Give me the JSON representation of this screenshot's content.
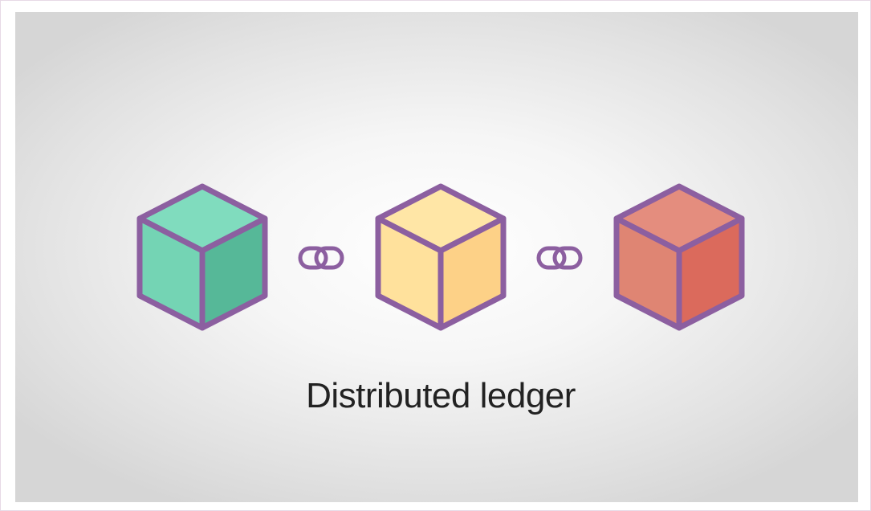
{
  "diagram": {
    "caption": "Distributed ledger",
    "outline_color": "#8c5fa0",
    "blocks": [
      {
        "name": "block-1",
        "top": "#80dcbe",
        "left": "#74d4b4",
        "right": "#56b898"
      },
      {
        "name": "block-2",
        "top": "#ffe6a6",
        "left": "#ffe19c",
        "right": "#fdd187"
      },
      {
        "name": "block-3",
        "top": "#e48d7e",
        "left": "#df8573",
        "right": "#db6a5c"
      }
    ],
    "links": [
      {
        "name": "chain-link-1",
        "icon": "chain-link-icon"
      },
      {
        "name": "chain-link-2",
        "icon": "chain-link-icon"
      }
    ]
  }
}
